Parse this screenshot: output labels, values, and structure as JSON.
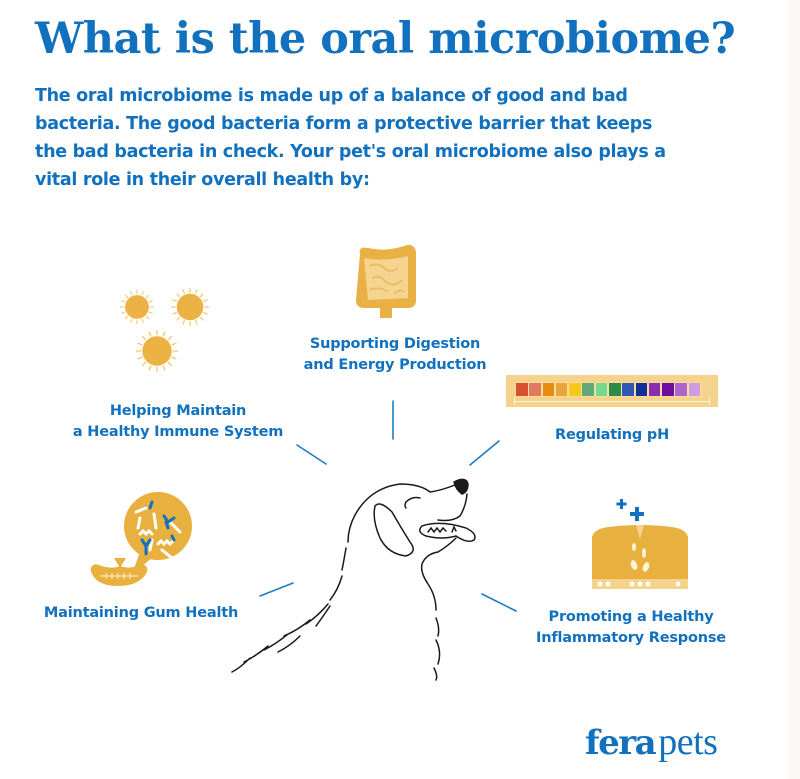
{
  "header": {
    "title": "What is the oral microbiome?",
    "intro": "The oral microbiome is made up of a balance of good and bad bacteria. The good bacteria form a protective barrier that keeps the bad bacteria in check. Your pet's oral microbiome also plays a vital role in their overall health by:"
  },
  "benefits": [
    {
      "id": "immune",
      "icon": "bacteria-cluster-icon",
      "line1": "Helping Maintain",
      "line2": "a Healthy Immune System"
    },
    {
      "id": "digestion",
      "icon": "intestines-icon",
      "line1": "Supporting Digestion",
      "line2": "and Energy Production"
    },
    {
      "id": "ph",
      "icon": "ph-scale-icon",
      "line1": "Regulating pH",
      "line2": ""
    },
    {
      "id": "gum",
      "icon": "gum-bacteria-icon",
      "line1": "Maintaining Gum Health",
      "line2": ""
    },
    {
      "id": "inflammatory",
      "icon": "gum-healing-icon",
      "line1": "Promoting a Healthy",
      "line2": "Inflammatory Response"
    }
  ],
  "center_illustration": "dog-head-icon",
  "ph_scale_colors": [
    "#d9512c",
    "#e27a5f",
    "#e68c12",
    "#eba43c",
    "#f7c81a",
    "#62a87a",
    "#74d990",
    "#2e8b47",
    "#3256b6",
    "#0f2f9c",
    "#8c2db4",
    "#6f0da3",
    "#ad64cc",
    "#cb9ce0"
  ],
  "colors": {
    "brand_blue": "#1271be",
    "accent_gold": "#e8b13f",
    "light_gold": "#f5d38d"
  },
  "logo": {
    "bold": "fera",
    "light": "pets"
  }
}
